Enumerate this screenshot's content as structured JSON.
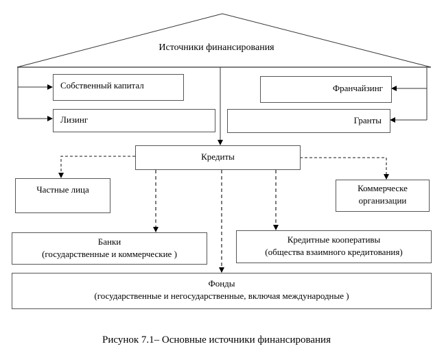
{
  "diagram": {
    "root": "Источники финансирования",
    "direct_sources_left": [
      "Собственный капитал",
      "Лизинг"
    ],
    "direct_sources_right": [
      "Франчайзинг",
      "Гранты"
    ],
    "credit_node": "Кредиты",
    "credit_sources": {
      "private": "Частные лица",
      "commercial": [
        "Коммерческе",
        "организации"
      ],
      "banks": [
        "Банки",
        "(государственные и коммерческие )"
      ],
      "coops": [
        "Кредитные кооперативы",
        "(общества взаимного кредитования)"
      ],
      "funds": [
        "Фонды",
        "(государственные и негосударственные, включая международные )"
      ]
    },
    "edges": [
      {
        "from": "Источники финансирования",
        "to": "Собственный капитал",
        "style": "solid"
      },
      {
        "from": "Источники финансирования",
        "to": "Лизинг",
        "style": "solid"
      },
      {
        "from": "Источники финансирования",
        "to": "Франчайзинг",
        "style": "solid"
      },
      {
        "from": "Источники финансирования",
        "to": "Гранты",
        "style": "solid"
      },
      {
        "from": "Источники финансирования",
        "to": "Кредиты",
        "style": "solid"
      },
      {
        "from": "Кредиты",
        "to": "Частные лица",
        "style": "dashed"
      },
      {
        "from": "Кредиты",
        "to": "Коммерческе организации",
        "style": "dashed"
      },
      {
        "from": "Кредиты",
        "to": "Банки",
        "style": "dashed"
      },
      {
        "from": "Кредиты",
        "to": "Кредитные кооперативы",
        "style": "dashed"
      },
      {
        "from": "Кредиты",
        "to": "Фонды",
        "style": "dashed"
      }
    ]
  },
  "caption": "Рисунок 7.1– Основные источники финансирования"
}
